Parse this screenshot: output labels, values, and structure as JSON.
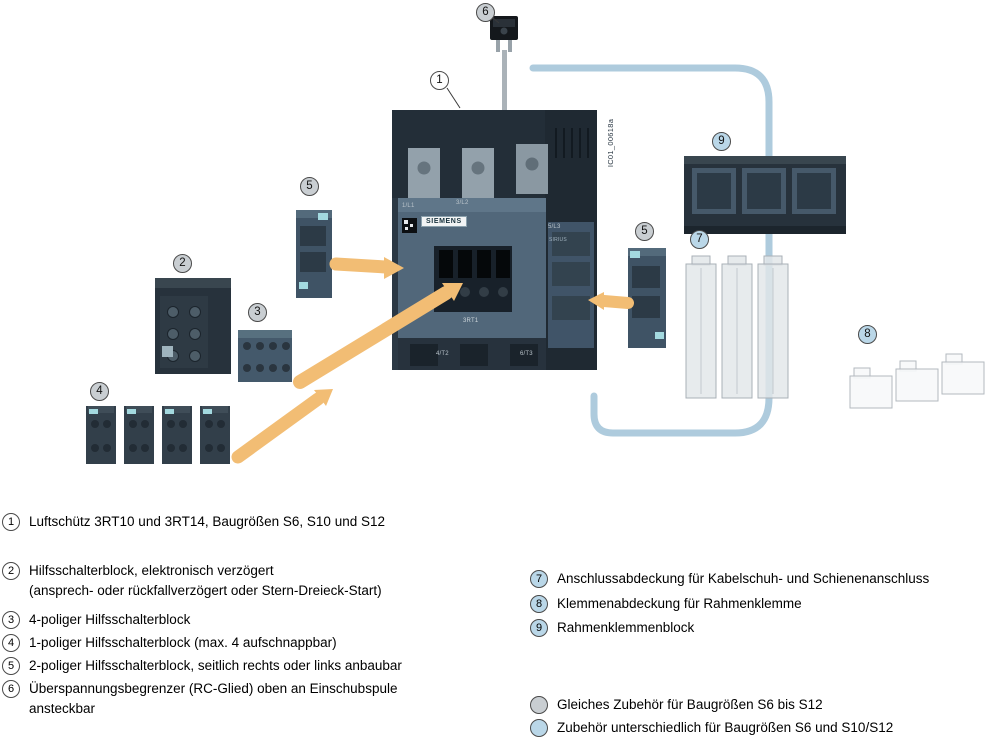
{
  "colors": {
    "circle_gray": "#c9ced2",
    "circle_blue": "#bad7e8",
    "arrow_orange": "#f2bd74",
    "pipe_blue": "#aecbdd",
    "contactor_dark": "#2b3844"
  },
  "diagram": {
    "code": "IC01_00618a",
    "brand": "SIEMENS",
    "contactor_labels": {
      "top_left": "1/L1",
      "top_mid": "3/L2",
      "top_right": "5/L3",
      "series": "SIRIUS",
      "model": "3RT1",
      "bottom_left": "4/T2",
      "bottom_right": "6/T3"
    },
    "callouts": [
      "1",
      "2",
      "3",
      "4",
      "5",
      "6",
      "7",
      "8",
      "9"
    ]
  },
  "legend": {
    "items_left": [
      {
        "num": "1",
        "lines": [
          "Luftschütz 3RT10 und 3RT14, Baugrößen S6, S10 und S12"
        ]
      },
      {
        "num": "2",
        "lines": [
          "Hilfsschalterblock, elektronisch verzögert",
          "(ansprech- oder rückfallverzögert oder Stern-Dreieck-Start)"
        ]
      },
      {
        "num": "3",
        "lines": [
          "4-poliger Hilfsschalterblock"
        ]
      },
      {
        "num": "4",
        "lines": [
          "1-poliger Hilfsschalterblock (max. 4 aufschnappbar)"
        ]
      },
      {
        "num": "5",
        "lines": [
          "2-poliger Hilfsschalterblock, seitlich rechts oder links anbaubar"
        ]
      },
      {
        "num": "6",
        "lines": [
          "Überspannungsbegrenzer (RC-Glied) oben an Einschubspule",
          "ansteckbar"
        ]
      }
    ],
    "items_right": [
      {
        "num": "7",
        "lines": [
          "Anschlussabdeckung für Kabelschuh- und Schienenanschluss"
        ]
      },
      {
        "num": "8",
        "lines": [
          "Klemmenabdeckung für Rahmenklemme"
        ]
      },
      {
        "num": "9",
        "lines": [
          "Rahmenklemmenblock"
        ]
      }
    ],
    "keys": [
      {
        "text": "Gleiches Zubehör für Baugrößen S6 bis S12"
      },
      {
        "text": "Zubehör unterschiedlich für Baugrößen S6 und S10/S12"
      }
    ]
  }
}
